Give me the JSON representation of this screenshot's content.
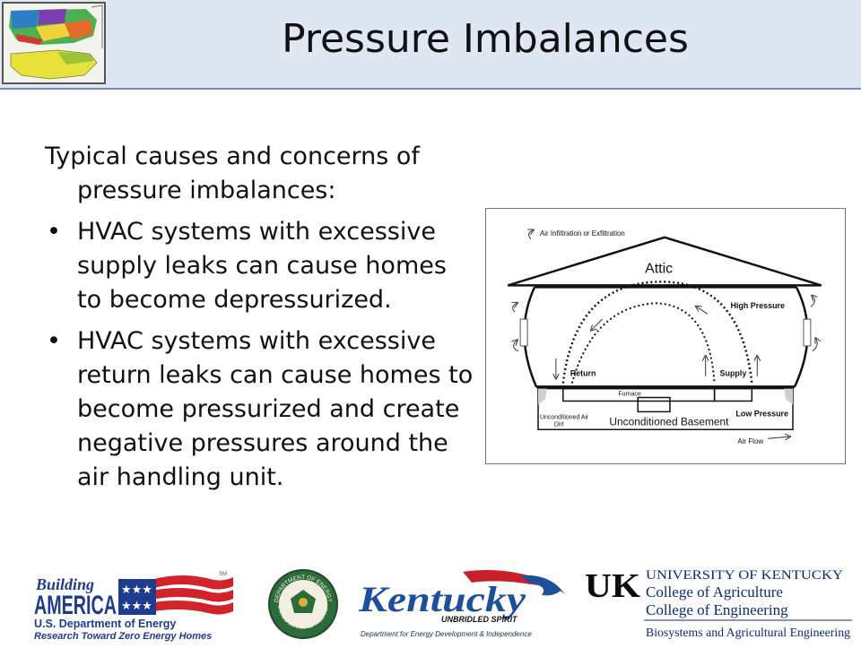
{
  "slide": {
    "title": "Pressure Imbalances",
    "intro": "Typical causes and concerns of pressure imbalances:",
    "bullets": [
      "HVAC systems with excessive supply leaks can cause homes to become depressurized.",
      "HVAC systems with excessive return leaks can cause homes to become pressurized and create negative pressures around the air handling unit."
    ],
    "bullet_glyph": "•"
  },
  "diagram": {
    "air_infiltration": "Air Infiltration or Exfiltration",
    "attic": "Attic",
    "high_pressure": "High Pressure",
    "return": "Return",
    "supply": "Supply",
    "furnace": "Furnace",
    "unconditioned_air": "Unconditioned Air",
    "dirt": "Dirt",
    "unconditioned_basement": "Unconditioned Basement",
    "low_pressure": "Low Pressure",
    "air_flow": "Air Flow"
  },
  "logos": {
    "building_america": {
      "line1": "Building",
      "line2": "AMERICA",
      "sm": "SM",
      "line3": "U.S. Department of Energy",
      "line4": "Research Toward Zero Energy Homes"
    },
    "doe_seal": {
      "top": "DEPARTMENT OF ENERGY",
      "bottom": "UNITED STATES OF AMERICA"
    },
    "kentucky": {
      "name": "Kentucky",
      "tagline": "UNBRIDLED SPIRIT",
      "dept": "Department for Energy Development & Independence"
    },
    "uk": {
      "mark": "UK",
      "line1": "UNIVERSITY OF KENTUCKY",
      "line2": "College of Agriculture",
      "line3": "College of Engineering",
      "line4": "Biosystems and Agricultural Engineering"
    }
  },
  "colors": {
    "header_bg": "#dfe7f3",
    "header_border": "#7b8fb0",
    "ba_blue": "#1f3c8c",
    "ba_red": "#d2232a",
    "ky_blue": "#1d4f9c",
    "ky_red": "#c8202a",
    "doe_green": "#2e6b3a",
    "uk_blue": "#0b2c74"
  }
}
